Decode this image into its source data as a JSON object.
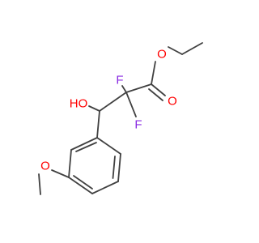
{
  "molecule": {
    "atoms": {
      "f1": "F",
      "f2": "F",
      "ho": "HO",
      "o_carbonyl": "O",
      "o_ester": "O",
      "o_methoxy": "O"
    }
  },
  "colors": {
    "bond": "#404040",
    "fluorine": "#8a2be2",
    "oxygen": "#ff0000",
    "background": "#ffffff"
  }
}
